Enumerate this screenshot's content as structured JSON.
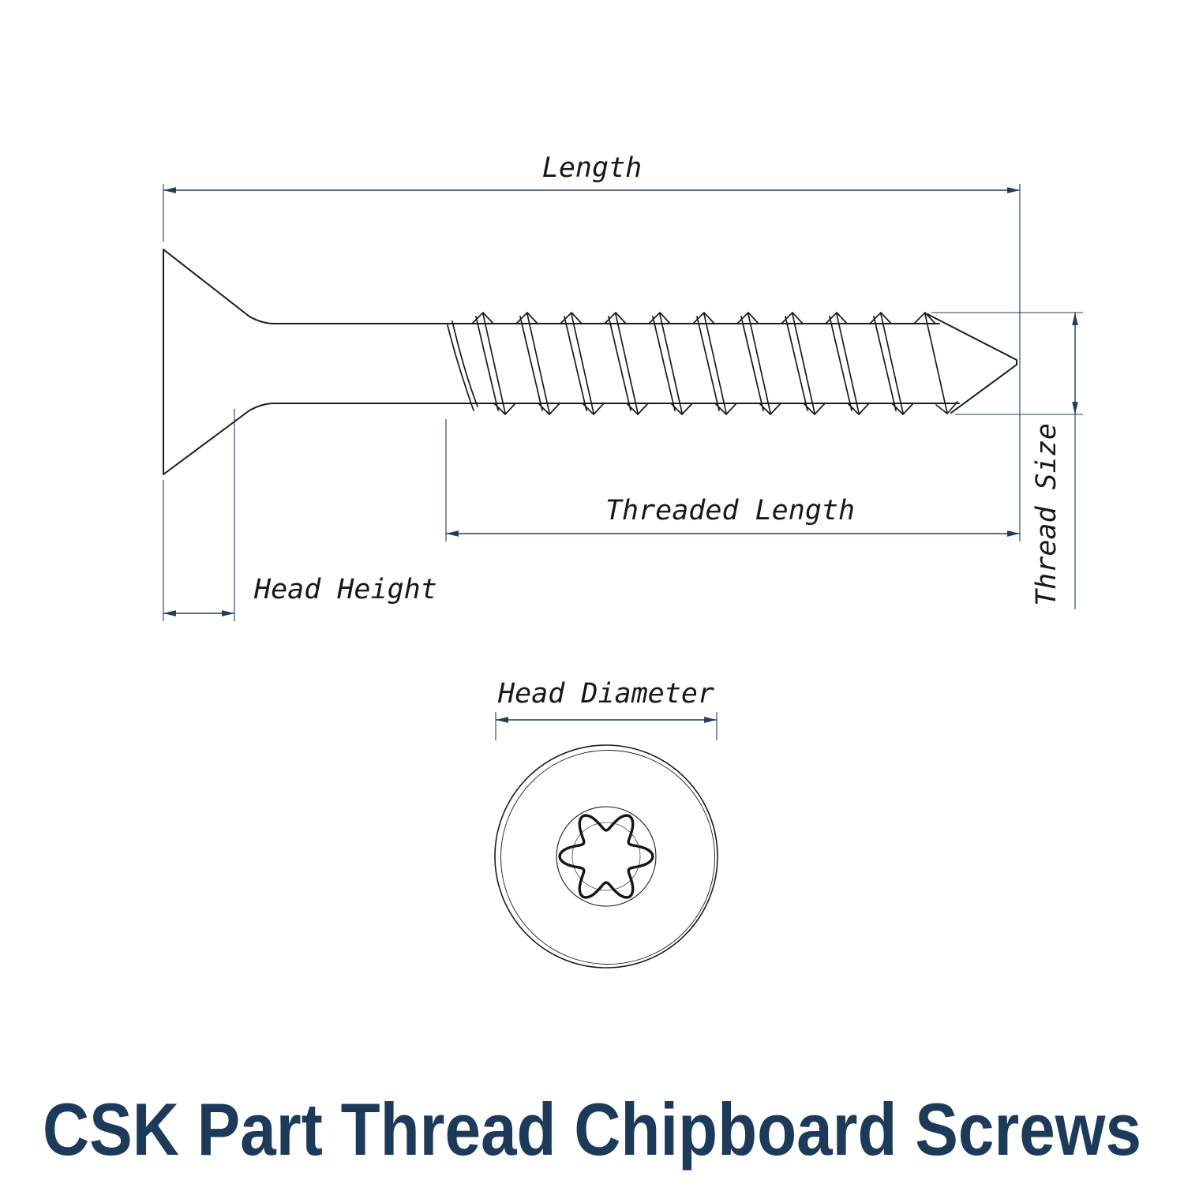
{
  "title": "CSK Part Thread Chipboard Screws",
  "labels": {
    "length": "Length",
    "threaded_length": "Threaded Length",
    "head_height": "Head Height",
    "thread_size": "Thread Size",
    "head_diameter": "Head Diameter"
  },
  "colors": {
    "background": "#ffffff",
    "drawing_line": "#1b1b1b",
    "dimension_line": "#1f3c5c",
    "label_text": "#16181c",
    "title_text": "#1c3a59"
  },
  "views": {
    "side_view": "screw side profile with countersunk head and part thread",
    "top_view": "screw head top view with 6-lobe torx recess"
  }
}
